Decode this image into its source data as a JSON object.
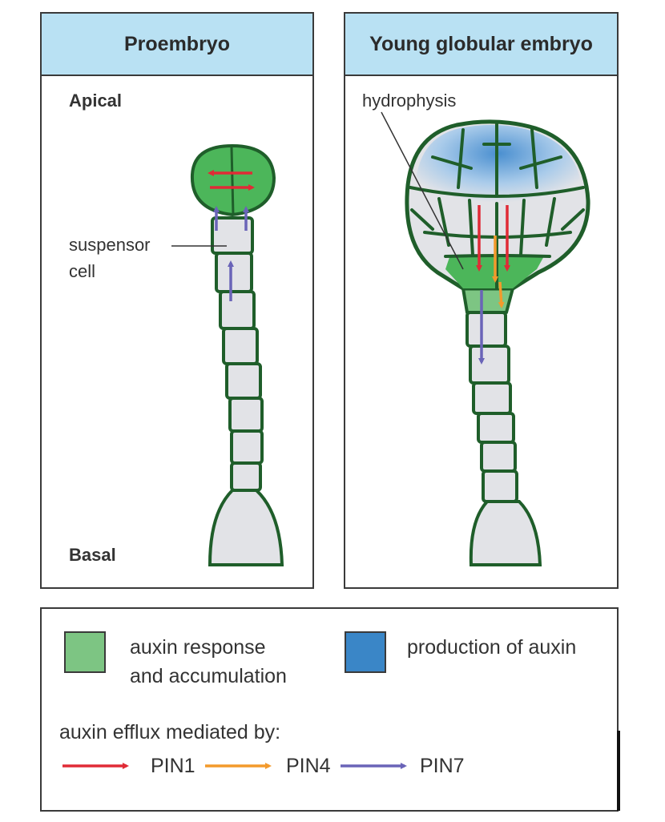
{
  "panels": {
    "left": {
      "title": "Proembryo",
      "apical_label": "Apical",
      "basal_label": "Basal",
      "suspensor_label_line1": "suspensor",
      "suspensor_label_line2": "cell"
    },
    "right": {
      "title": "Young globular embryo",
      "hydrophysis_label": "hydrophysis"
    }
  },
  "legend": {
    "auxin_response_line1": "auxin response",
    "auxin_response_line2": "and accumulation",
    "production_label": "production of auxin",
    "efflux_title": "auxin efflux mediated by:",
    "pins": [
      {
        "label": "PIN1",
        "color": "#e02b36"
      },
      {
        "label": "PIN4",
        "color": "#f39a2c"
      },
      {
        "label": "PIN7",
        "color": "#6a64b8"
      }
    ]
  },
  "colors": {
    "cell_wall": "#1f5e2a",
    "cell_fill": "#e2e3e7",
    "auxin_green": "#4cb65a",
    "auxin_light": "#7dc583",
    "auxin_production_blue": "#3a86c7",
    "header_blue": "#b9e1f3"
  }
}
